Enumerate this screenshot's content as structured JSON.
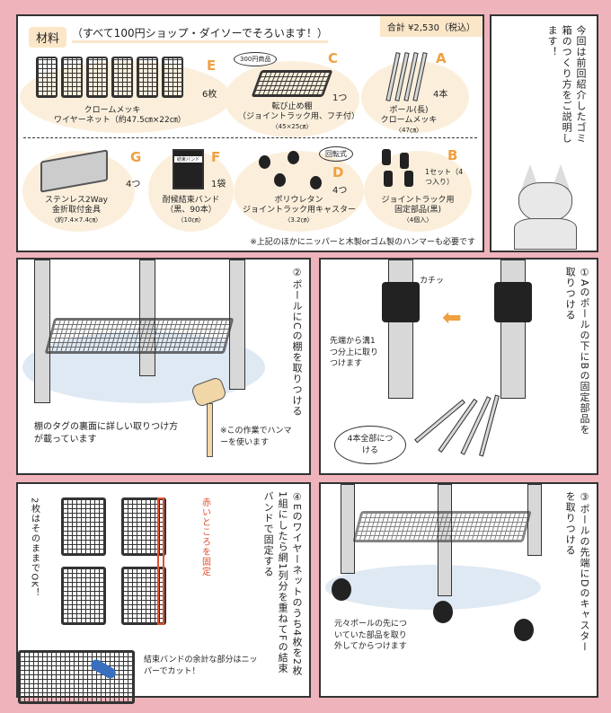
{
  "materials": {
    "heading": "材料",
    "subtitle": "（すべて100円ショップ・ダイソーでそろいます！）",
    "total": "合計 ¥2,530（税込）",
    "items": [
      {
        "letter": "E",
        "count": "6枚",
        "name": "クロームメッキ",
        "name2": "ワイヤーネット（約47.5㎝×22㎝）",
        "size": ""
      },
      {
        "letter": "C",
        "count": "1つ",
        "name": "転び止め棚",
        "name2": "（ジョイントラック用、フチ付）",
        "size": "〈45×25㎝〉",
        "bubble": "300円商品"
      },
      {
        "letter": "A",
        "count": "4本",
        "name": "ポール(長)",
        "name2": "クロームメッキ",
        "size": "〈47㎝〉"
      },
      {
        "letter": "G",
        "count": "4つ",
        "name": "ステンレス2Way",
        "name2": "金折取付金具",
        "size": "〈約7.4×7.4㎝〉"
      },
      {
        "letter": "F",
        "count": "1袋",
        "name": "耐候結束バンド",
        "name2": "（黒、90本）",
        "size": "〈10㎝〉",
        "pack": "結束バンド"
      },
      {
        "letter": "D",
        "count": "4つ",
        "name": "ポリウレタン",
        "name2": "ジョイントラック用キャスター",
        "size": "〈3.2㎝〉",
        "bubble": "回転式"
      },
      {
        "letter": "B",
        "count": "1セット（4つ入り）",
        "name": "ジョイントラック用",
        "name2": "固定部品(黒)",
        "size": "〈4個入〉"
      }
    ],
    "note": "※上記のほかにニッパーと木製orゴム製のハンマーも必要です"
  },
  "intro": "今回は前回紹介したゴミ箱のつくり方をご説明します！",
  "steps": [
    {
      "num": "①",
      "text": "Aのポールの下にBの固定部品を取りつける",
      "notes": [
        "カチッ",
        "先端から溝1つ分上に取りつけます",
        "4本全部につける"
      ]
    },
    {
      "num": "②",
      "text": "ポールにCの棚を取りつける",
      "notes": [
        "棚のタグの裏面に詳しい取りつけ方が載っています",
        "※この作業でハンマーを使います"
      ]
    },
    {
      "num": "③",
      "text": "ポールの先端にDのキャスターを取りつける",
      "notes": [
        "元々ポールの先についていた部品を取り外してからつけます"
      ]
    },
    {
      "num": "④",
      "text": "Eのワイヤーネットのうち4枚を2枚1組にしたら網1列分を重ねてFの結束バンドで固定する",
      "notes": [
        "赤いところを固定",
        "2枚はそのままでOK！",
        "結束バンドの余計な部分はニッパーでカット！"
      ]
    }
  ],
  "colors": {
    "background": "#efb3bb",
    "accent": "#f0a040",
    "blob": "#fbefdc",
    "fixHighlight": "#e05030"
  }
}
